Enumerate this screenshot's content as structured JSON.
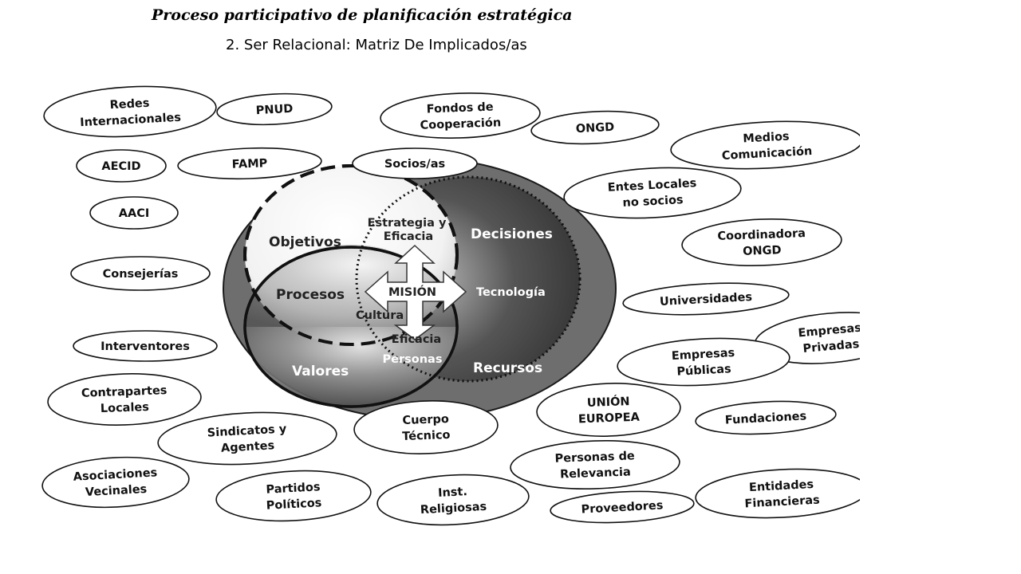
{
  "header": {
    "title": "Proceso participativo de planificación estratégica",
    "subtitle": "2. Ser Relacional: Matriz De Implicados/as"
  },
  "core": {
    "objetivos": "Objetivos",
    "decisiones": "Decisiones",
    "procesos": "Procesos",
    "valores": "Valores",
    "recursos": "Recursos",
    "estrategia": [
      "Estrategia y",
      "Eficacia"
    ],
    "mision": "MISIÓN",
    "tecnologia": "Tecnología",
    "cultura": "Cultura",
    "eficacia": "Eficacia",
    "personas": "Personas"
  },
  "stakeholders": [
    {
      "lines": [
        "Redes",
        "Internacionales"
      ]
    },
    {
      "lines": [
        "PNUD"
      ]
    },
    {
      "lines": [
        "Fondos de",
        "Cooperación"
      ]
    },
    {
      "lines": [
        "ONGD"
      ]
    },
    {
      "lines": [
        "Medios",
        "Comunicación"
      ]
    },
    {
      "lines": [
        "AECID"
      ]
    },
    {
      "lines": [
        "FAMP"
      ]
    },
    {
      "lines": [
        "Socios/as"
      ]
    },
    {
      "lines": [
        "Entes Locales",
        "no socios"
      ]
    },
    {
      "lines": [
        "AACI"
      ]
    },
    {
      "lines": [
        "Coordinadora",
        "ONGD"
      ]
    },
    {
      "lines": [
        "Consejerías"
      ]
    },
    {
      "lines": [
        "Universidades"
      ]
    },
    {
      "lines": [
        "Empresas",
        "Privadas"
      ]
    },
    {
      "lines": [
        "Interventores"
      ]
    },
    {
      "lines": [
        "Empresas",
        "Públicas"
      ]
    },
    {
      "lines": [
        "Contrapartes",
        "Locales"
      ]
    },
    {
      "lines": [
        "UNIÓN",
        "EUROPEA"
      ]
    },
    {
      "lines": [
        "Fundaciones"
      ]
    },
    {
      "lines": [
        "Cuerpo",
        "Técnico"
      ]
    },
    {
      "lines": [
        "Sindicatos y",
        "Agentes"
      ]
    },
    {
      "lines": [
        "Personas de",
        "Relevancia"
      ]
    },
    {
      "lines": [
        "Asociaciones",
        "Vecinales"
      ]
    },
    {
      "lines": [
        "Partidos",
        "Políticos"
      ]
    },
    {
      "lines": [
        "Inst.",
        "Religiosas"
      ]
    },
    {
      "lines": [
        "Proveedores"
      ]
    },
    {
      "lines": [
        "Entidades",
        "Financieras"
      ]
    }
  ]
}
